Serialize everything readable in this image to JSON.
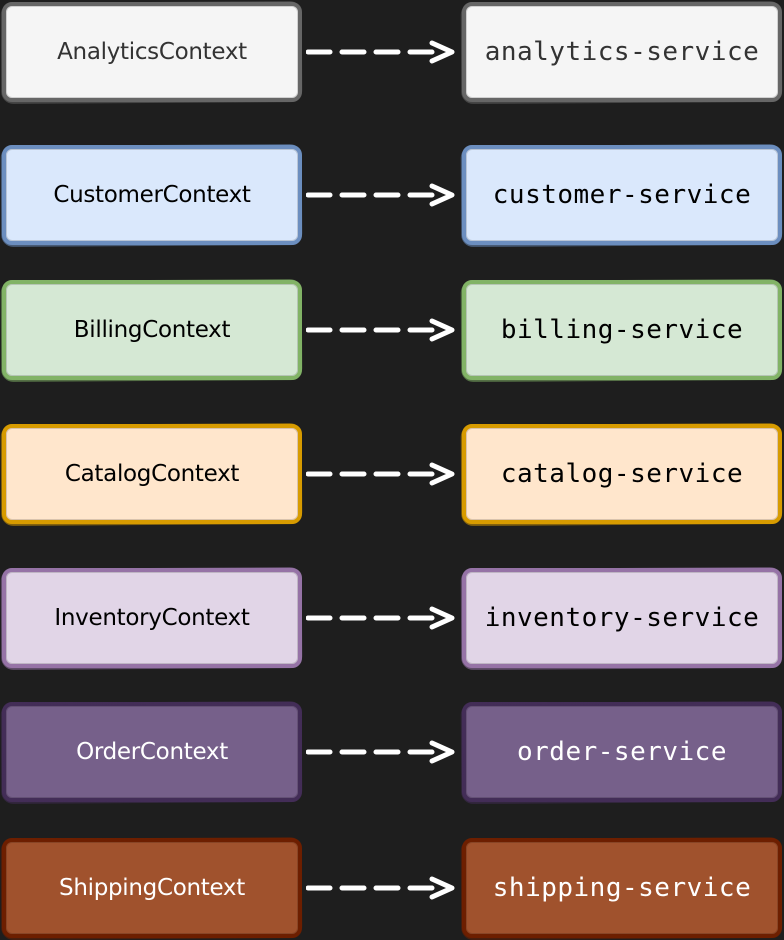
{
  "rows": [
    {
      "context": "AnalyticsContext",
      "service": "analytics-service",
      "fill": "#f5f5f5",
      "stroke": "#666666",
      "text": "#333333"
    },
    {
      "context": "CustomerContext",
      "service": "customer-service",
      "fill": "#dae8fc",
      "stroke": "#6c8ebf",
      "text": "#000000"
    },
    {
      "context": "BillingContext",
      "service": "billing-service",
      "fill": "#d5e8d4",
      "stroke": "#82b366",
      "text": "#000000"
    },
    {
      "context": "CatalogContext",
      "service": "catalog-service",
      "fill": "#ffe6cc",
      "stroke": "#d79b00",
      "text": "#000000"
    },
    {
      "context": "InventoryContext",
      "service": "inventory-service",
      "fill": "#e1d5e7",
      "stroke": "#9673a6",
      "text": "#000000"
    },
    {
      "context": "OrderContext",
      "service": "order-service",
      "fill": "#76608a",
      "stroke": "#432d57",
      "text": "#ffffff"
    },
    {
      "context": "ShippingContext",
      "service": "shipping-service",
      "fill": "#a0522d",
      "stroke": "#6d1f00",
      "text": "#ffffff"
    }
  ],
  "arrow_color": "#ffffff",
  "background": "#1e1e1e"
}
